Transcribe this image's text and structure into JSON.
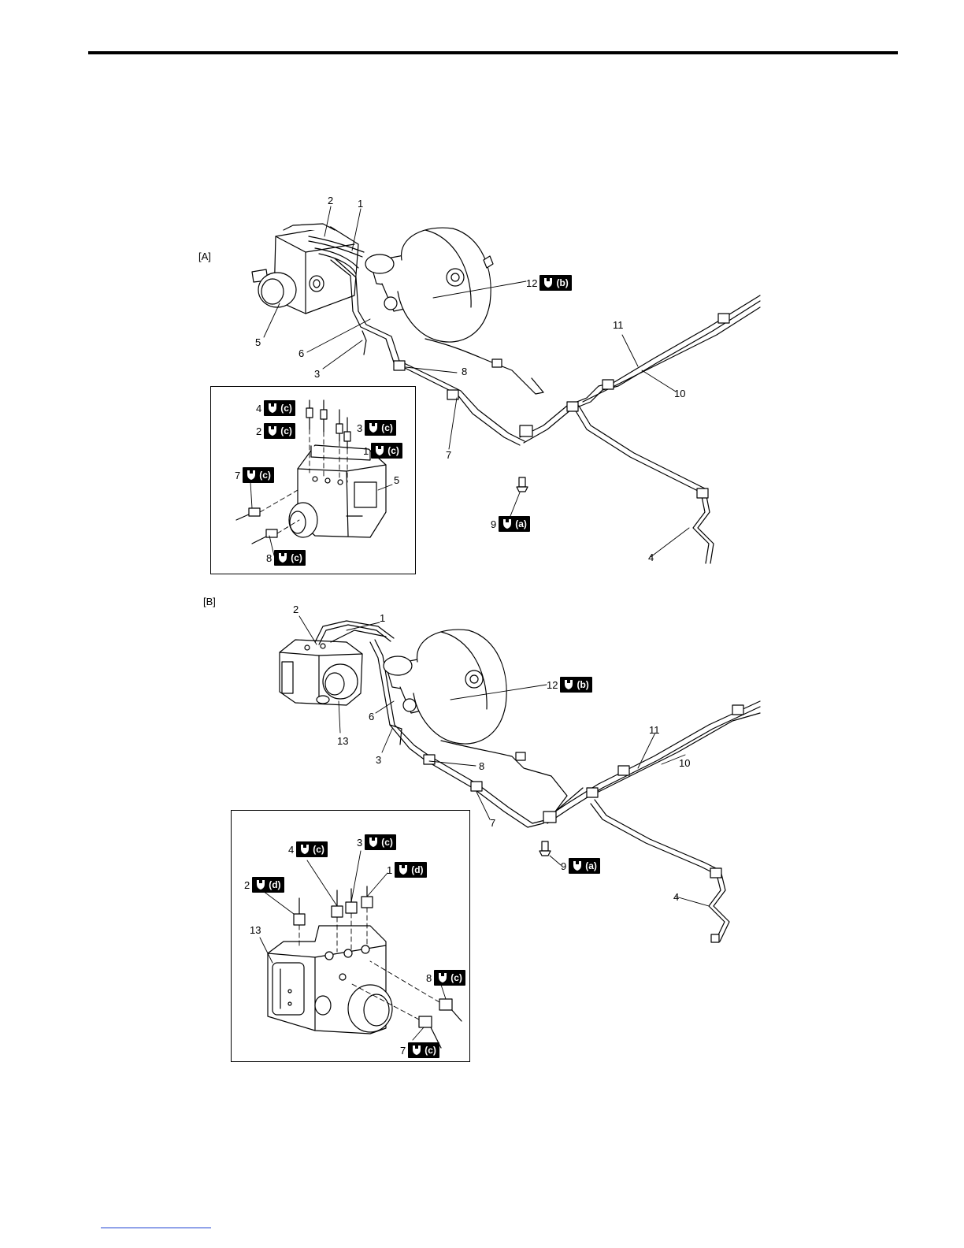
{
  "figure": {
    "sectionA": {
      "tag": "[A]"
    },
    "sectionB": {
      "tag": "[B]"
    }
  },
  "a_labels": {
    "l1": "1",
    "l2": "2",
    "l3": "3",
    "l4": "4",
    "l5": "5",
    "l6": "6",
    "l7": "7",
    "l8": "8",
    "l10": "10",
    "l11": "11"
  },
  "a_torque": {
    "t12": {
      "num": "12",
      "code": "(b)"
    },
    "t9": {
      "num": "9",
      "code": "(a)"
    }
  },
  "a_inset_torque": {
    "t4": {
      "num": "4",
      "code": "(c)"
    },
    "t2": {
      "num": "2",
      "code": "(c)"
    },
    "t3": {
      "num": "3",
      "code": "(c)"
    },
    "t1": {
      "num": "1",
      "code": "(c)"
    },
    "t7": {
      "num": "7",
      "code": "(c)"
    },
    "t8": {
      "num": "8",
      "code": "(c)"
    }
  },
  "a_inset_labels": {
    "l5": "5"
  },
  "b_labels": {
    "l1": "1",
    "l2": "2",
    "l3": "3",
    "l4": "4",
    "l6": "6",
    "l7": "7",
    "l8": "8",
    "l10": "10",
    "l11": "11",
    "l13": "13"
  },
  "b_torque": {
    "t12": {
      "num": "12",
      "code": "(b)"
    },
    "t9": {
      "num": "9",
      "code": "(a)"
    }
  },
  "b_inset_torque": {
    "t4": {
      "num": "4",
      "code": "(c)"
    },
    "t3": {
      "num": "3",
      "code": "(c)"
    },
    "t1": {
      "num": "1",
      "code": "(d)"
    },
    "t2": {
      "num": "2",
      "code": "(d)"
    },
    "t8": {
      "num": "8",
      "code": "(c)"
    },
    "t7": {
      "num": "7",
      "code": "(c)"
    }
  },
  "b_inset_labels": {
    "l13": "13"
  },
  "icons": {
    "torque": "torque-wrench-icon"
  }
}
